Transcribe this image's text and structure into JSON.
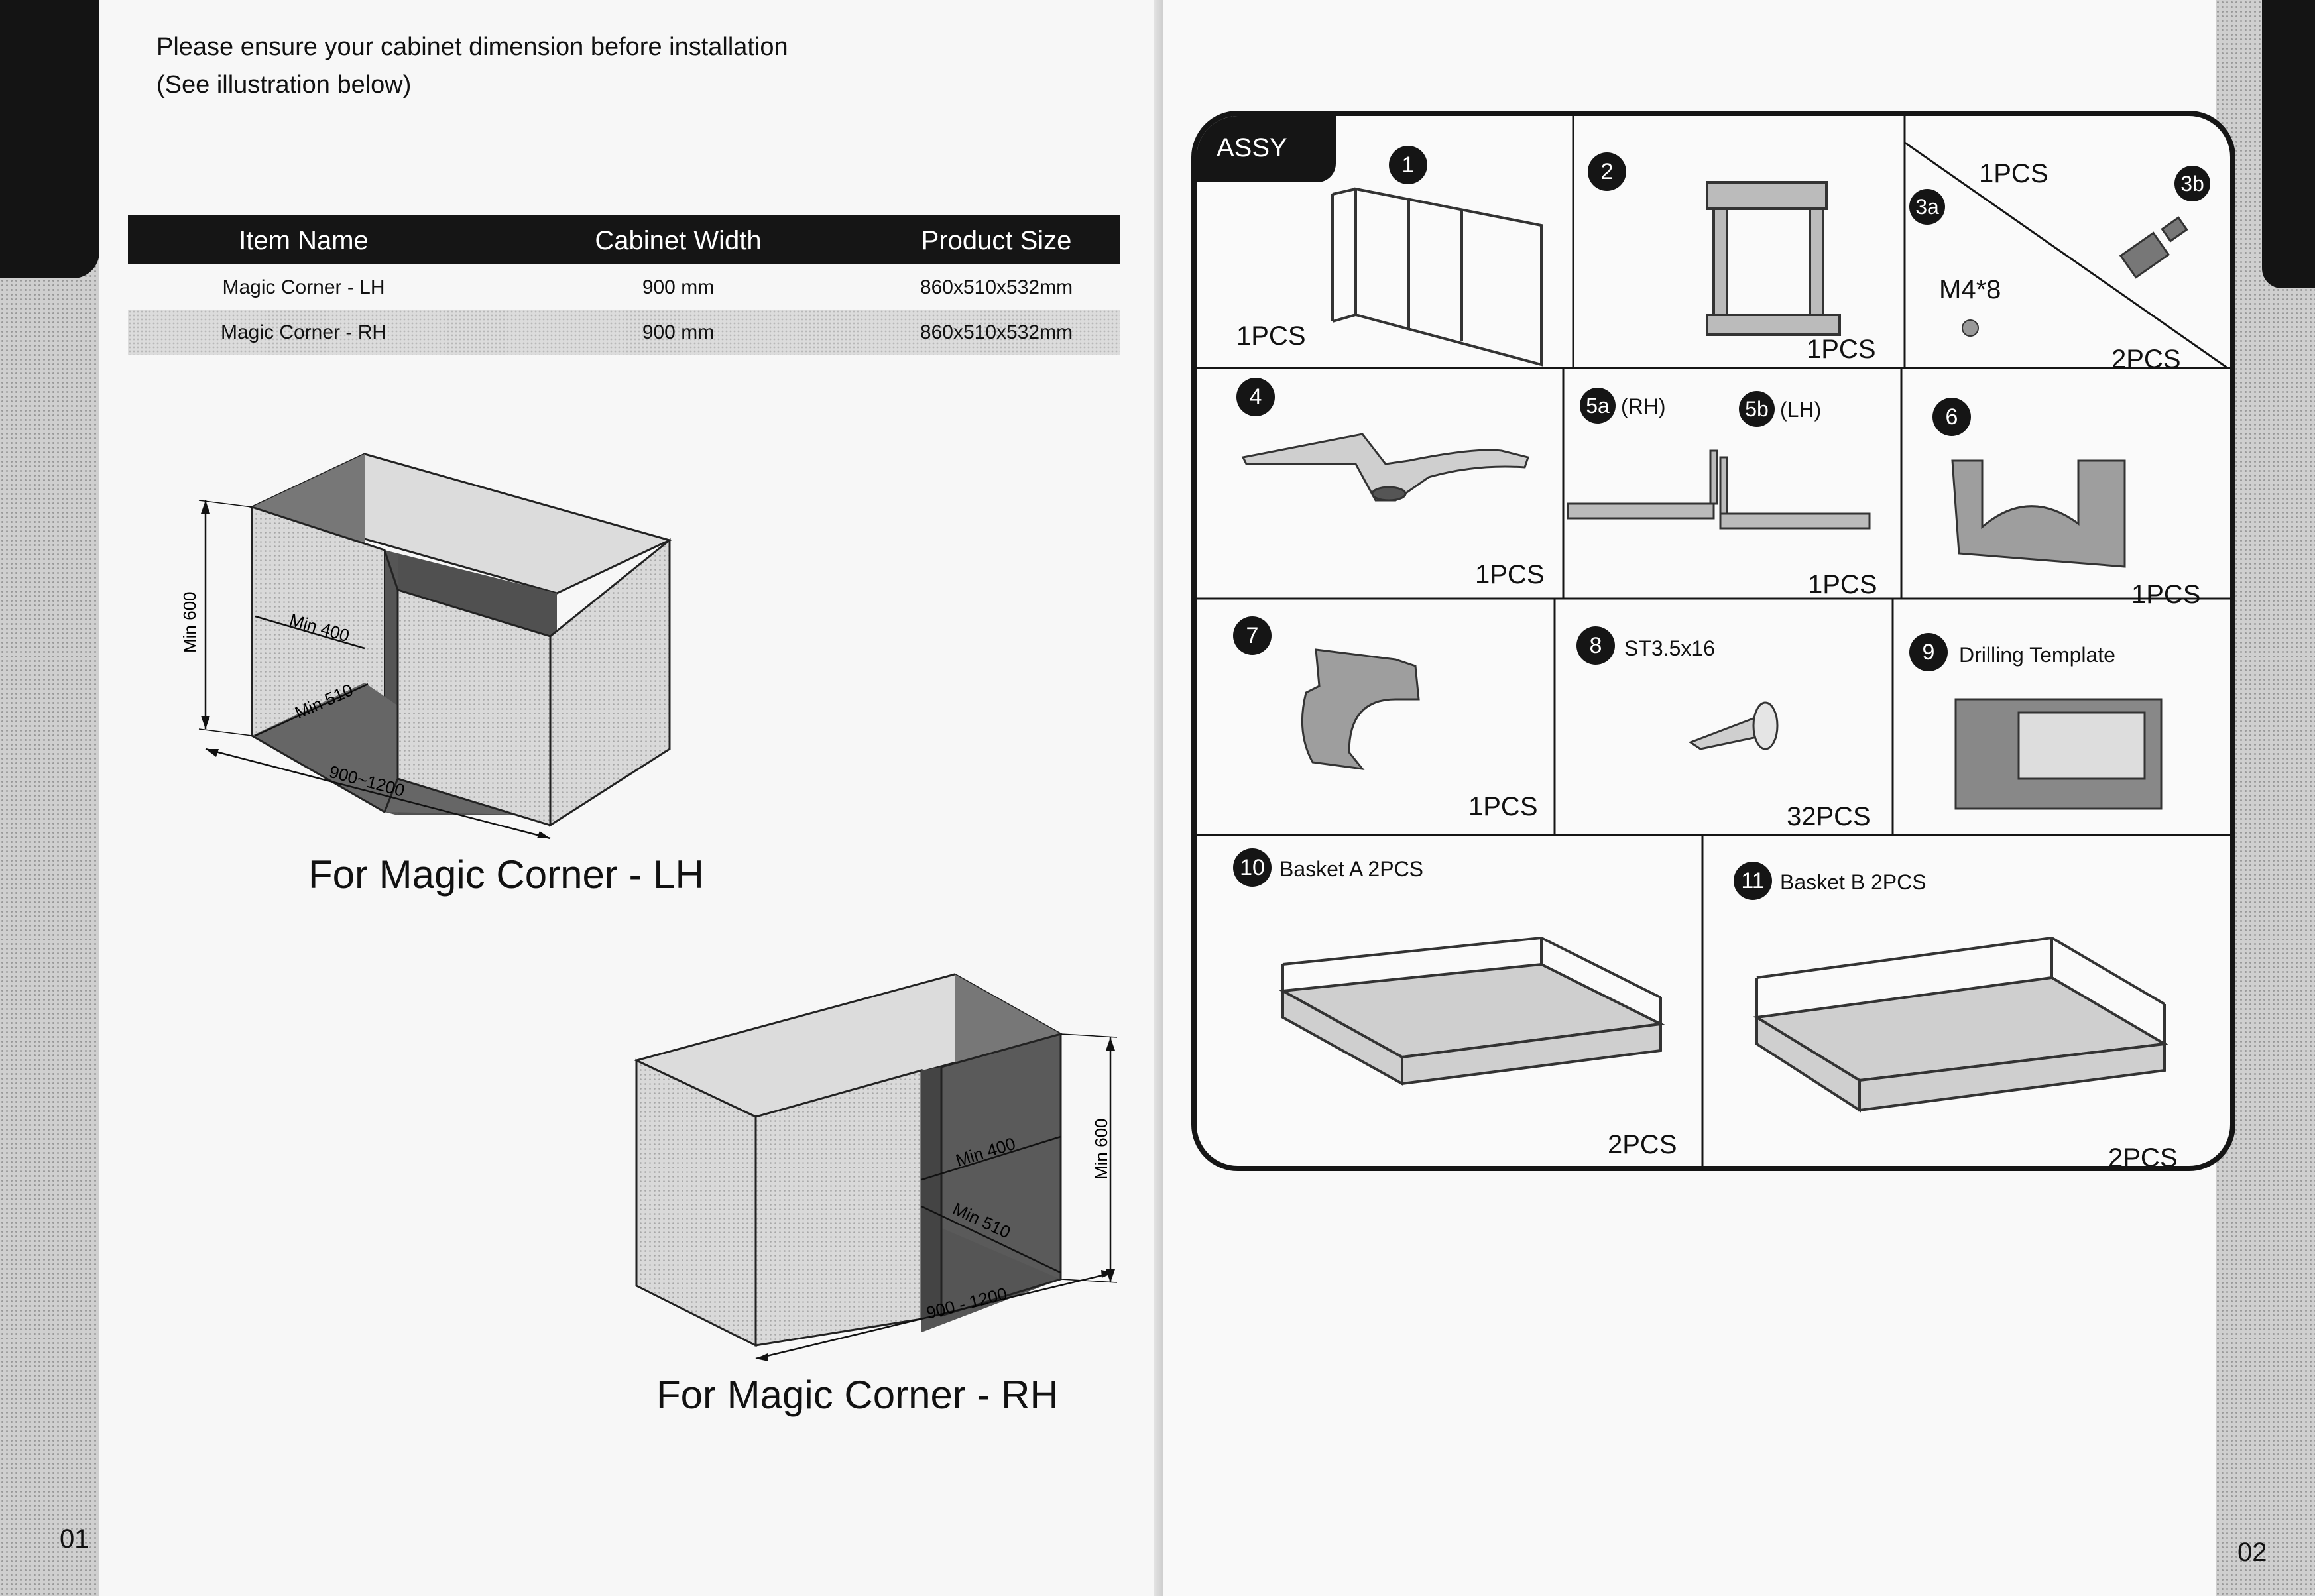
{
  "left_page": {
    "intro_line1": "Please ensure your cabinet dimension before installation",
    "intro_line2": "(See illustration below)",
    "table": {
      "headers": [
        "Item Name",
        "Cabinet Width",
        "Product Size"
      ],
      "rows": [
        [
          "Magic Corner - LH",
          "900 mm",
          "860x510x532mm"
        ],
        [
          "Magic Corner - RH",
          "900 mm",
          "860x510x532mm"
        ]
      ]
    },
    "lh_dims": {
      "height": "Min 600",
      "width": "Min 400",
      "depth": "Min 510",
      "span": "900~1200"
    },
    "rh_dims": {
      "height": "Min 600",
      "width": "Min 400",
      "depth": "Min 510",
      "span": "900 - 1200"
    },
    "caption_lh": "For Magic Corner - LH",
    "caption_rh": "For Magic Corner - RH",
    "page_number": "01"
  },
  "right_page": {
    "assy_label": "ASSY",
    "parts": [
      {
        "num": "1",
        "qty": "1PCS"
      },
      {
        "num": "2",
        "qty": "1PCS"
      },
      {
        "num": "3a",
        "label": "M4*8",
        "qty": "1PCS"
      },
      {
        "num": "3b",
        "qty": "2PCS"
      },
      {
        "num": "4",
        "qty": "1PCS"
      },
      {
        "num": "5a",
        "label": "(RH)",
        "qty": "1PCS"
      },
      {
        "num": "5b",
        "label": "(LH)"
      },
      {
        "num": "6",
        "qty": "1PCS"
      },
      {
        "num": "7",
        "qty": "1PCS"
      },
      {
        "num": "8",
        "label": "ST3.5x16",
        "qty": "32PCS"
      },
      {
        "num": "9",
        "label": "Drilling Template"
      },
      {
        "num": "10",
        "label": "Basket A  2PCS",
        "qty": "2PCS"
      },
      {
        "num": "11",
        "label": "Basket B  2PCS",
        "qty": "2PCS"
      }
    ],
    "page_number": "02"
  }
}
